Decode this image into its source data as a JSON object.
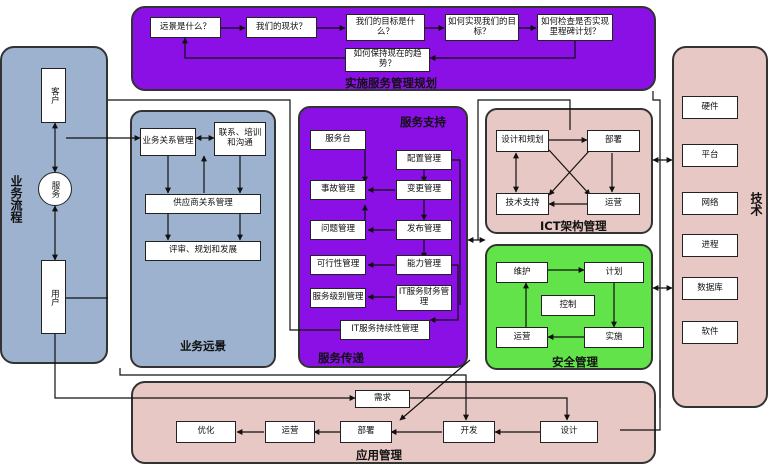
{
  "planning": {
    "title": "实施服务管理规划",
    "q1": "远景是什么？",
    "q2": "我们的现状？",
    "q3": "我们的目标是什么？",
    "q4": "如何实现我们的目标？",
    "q5": "如何检查是否实现里程碑计划？",
    "q6": "如何保持现在的趋势？"
  },
  "business_process": {
    "title": "业务流程",
    "customer": "客户",
    "service": "服务",
    "user": "用户"
  },
  "business_perspective": {
    "title": "业务远景",
    "brm": "业务关系管理",
    "liaison": "联系、培训和沟通",
    "supplier": "供应商关系管理",
    "review": "评审、规划和发展"
  },
  "service_support": {
    "title": "服务支持",
    "service_desk": "服务台",
    "config": "配置管理",
    "incident": "事故管理",
    "change": "变更管理",
    "problem": "问题管理",
    "release": "发布管理"
  },
  "service_delivery": {
    "title": "服务传递",
    "availability": "可行性管理",
    "capacity": "能力管理",
    "sla": "服务级别管理",
    "finance": "IT服务财务管理",
    "continuity": "IT服务持续性管理"
  },
  "ict": {
    "title": "ICT架构管理",
    "design": "设计和规划",
    "deploy": "部署",
    "tech_support": "技术支持",
    "operations": "运营"
  },
  "security": {
    "title": "安全管理",
    "maintain": "维护",
    "plan": "计划",
    "control": "控制",
    "operate": "运营",
    "implement": "实施"
  },
  "technology": {
    "title": "技术",
    "items": [
      "硬件",
      "平台",
      "网络",
      "进程",
      "数据库",
      "软件"
    ]
  },
  "application": {
    "title": "应用管理",
    "requirement": "需求",
    "optimize": "优化",
    "operate": "运营",
    "deploy": "部署",
    "develop": "开发",
    "design": "设计"
  },
  "colors": {
    "purple": "#8a10e6",
    "blue": "#9db2cf",
    "pink": "#e7c8c4",
    "green": "#62e34a",
    "line": "#111111"
  }
}
